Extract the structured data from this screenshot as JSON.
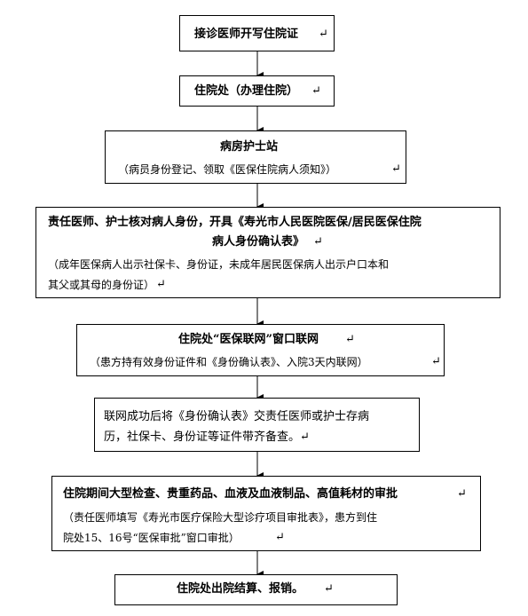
{
  "step1": {
    "title": "接诊医师开写住院证"
  },
  "step2": {
    "title": "住院处（办理住院）"
  },
  "step3": {
    "title": "病房护士站",
    "note": "（病员身份登记、领取《医保住院病人须知》）"
  },
  "step4": {
    "title_l1": "责任医师、护士核对病人身份，开具《寿光市人民医院医保/居民医保住院",
    "title_l2": "病人身份确认表》",
    "note_l1": "（成年医保病人出示社保卡、身份证，未成年居民医保病人出示户口本和",
    "note_l2": "其父或其母的身份证）"
  },
  "step5": {
    "title": "住院处“医保联网”窗口联网",
    "note": "（患方持有效身份证件和《身份确认表》、入院3天内联网）"
  },
  "step6": {
    "l1": "联网成功后将《身份确认表》交责任医师或护士存病",
    "l2": "历，社保卡、身份证等证件带齐备查。"
  },
  "step7": {
    "title": "住院期间大型检查、贵重药品、血液及血液制品、高值耗材的审批",
    "note_l1": "（责任医师填写《寿光市医疗保险大型诊疗项目审批表》，患方到住",
    "note_l2": "院处15、16号“医保审批”窗口审批）"
  },
  "step8": {
    "title": "住院处出院结算、报销。"
  },
  "colors": {
    "border": "#000000",
    "mark": "#0000cc"
  }
}
